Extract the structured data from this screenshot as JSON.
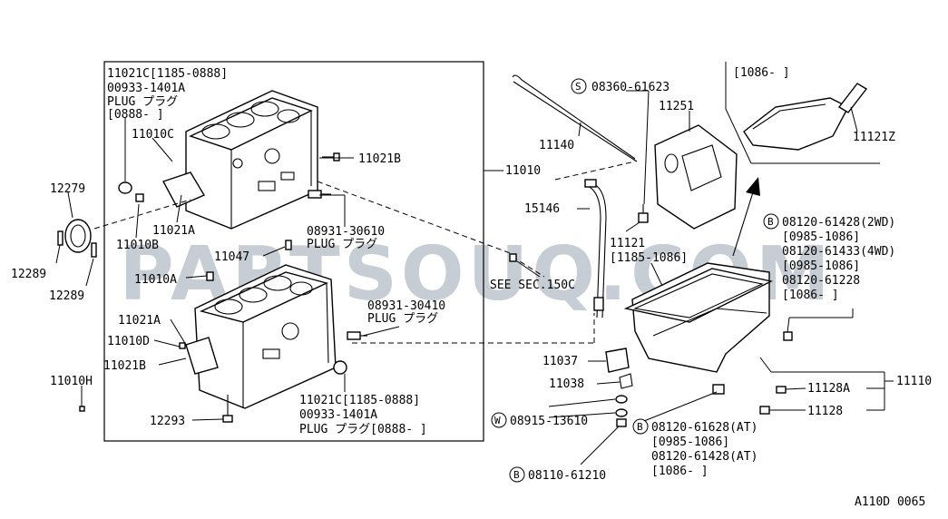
{
  "watermark": "PARTSOUQ.COM",
  "diagram_code": "A110D 0065",
  "labels": {
    "p11021c_top": "11021C[1185-0888]",
    "p00933_top": "00933-1401A",
    "plug_top": "PLUG プラグ",
    "range_top": "[0888-  ]",
    "p11010c": "11010C",
    "p11021b_top": "11021B",
    "p11010": "11010",
    "p12279": "12279",
    "p11021a_top": "11021A",
    "p11010b": "11010B",
    "p08931_30610": "08931-30610",
    "plug_30610": "PLUG プラグ",
    "p12289_left": "12289",
    "p12289_right": "12289",
    "p11047": "11047",
    "p11010a": "11010A",
    "see_sec": "SEE SEC.150C",
    "p08931_30410": "08931-30410",
    "plug_30410": "PLUG プラグ",
    "p11021a_bottom": "11021A",
    "p11010d": "11010D",
    "p11021b_bottom": "11021B",
    "p11010h": "11010H",
    "p11021c_bottom": "11021C[1185-0888]",
    "p00933_bottom": "00933-1401A",
    "plug_bottom": "PLUG プラグ[0888-  ]",
    "p12293": "12293",
    "s_circle": "S",
    "p08360": "08360-61623",
    "p11140": "11140",
    "p11251": "11251",
    "p15146": "15146",
    "p11121": "11121",
    "p11121_range": "[1185-1086]",
    "range_1086": "[1086-  ]",
    "p11121z": "11121Z",
    "b_circle_1": "B",
    "p08120_61428_2wd": "08120-61428(2WD)",
    "range_0985_1": "[0985-1086]",
    "p08120_61433": "08120-61433(4WD)",
    "range_0985_2": "[0985-1086]",
    "p08120_61228": "08120-61228",
    "range_1086_b": "[1086-  ]",
    "p11037": "11037",
    "p11038": "11038",
    "p11128a": "11128A",
    "p11110": "11110",
    "p11128": "11128",
    "w_circle": "W",
    "p08915": "08915-13610",
    "b_circle_2": "B",
    "p08120_61628": "08120-61628(AT)",
    "range_0985_3": "[0985-1086]",
    "p08120_61428_at": "08120-61428(AT)",
    "range_1086_c": "[1086-  ]",
    "b_circle_3": "B",
    "p08110": "08110-61210"
  }
}
